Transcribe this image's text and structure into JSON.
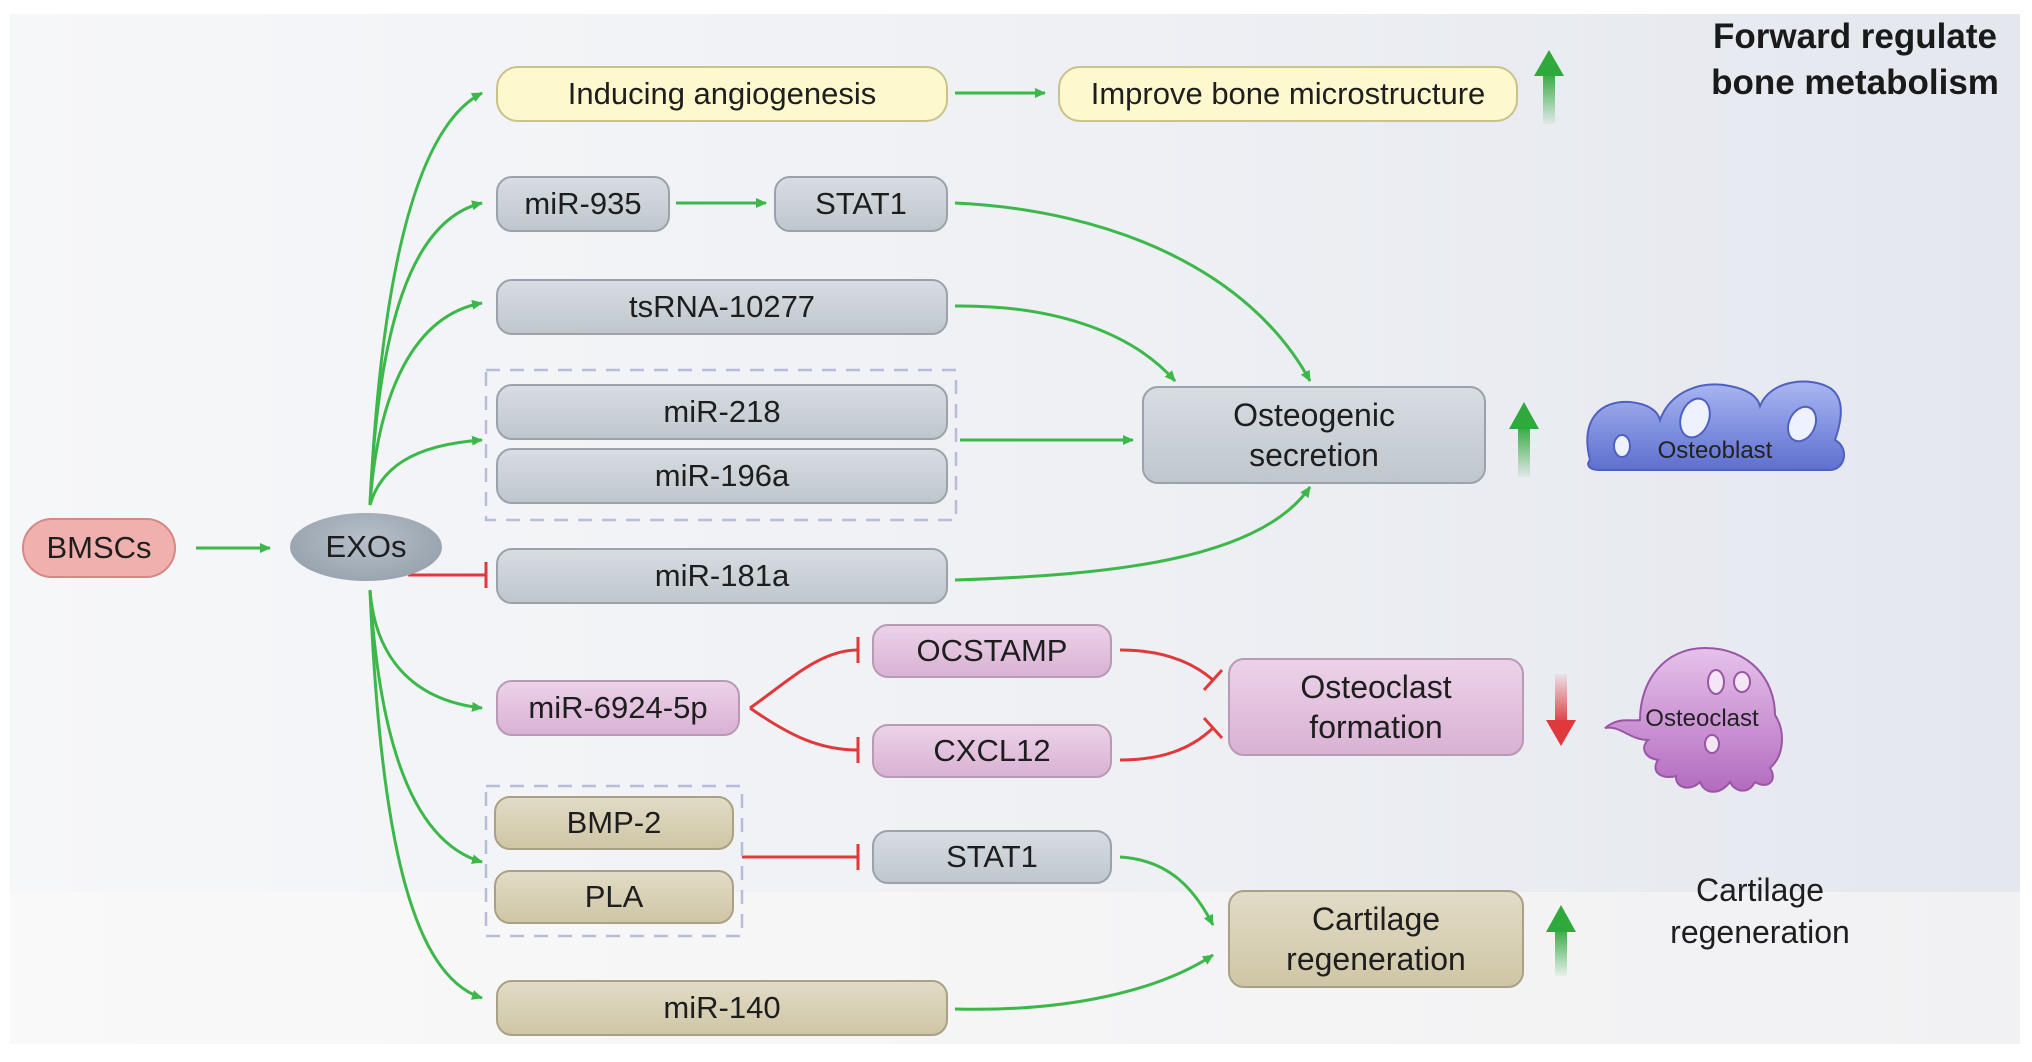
{
  "title": "Forward regulate bone metabolism",
  "nodes": {
    "bmscs": "BMSCs",
    "exos": "EXOs",
    "angiogenesis": "Inducing angiogenesis",
    "microstructure": "Improve bone microstructure",
    "mir935": "miR-935",
    "stat1_top": "STAT1",
    "tsrna": "tsRNA-10277",
    "mir218": "miR-218",
    "mir196a": "miR-196a",
    "mir181a": "miR-181a",
    "osteogenic": "Osteogenic secretion",
    "mir6924": "miR-6924-5p",
    "ocstamp": "OCSTAMP",
    "cxcl12": "CXCL12",
    "osteoclast_formation": "Osteoclast formation",
    "bmp2": "BMP-2",
    "pla": "PLA",
    "stat1_bottom": "STAT1",
    "mir140": "miR-140",
    "cartilage": "Cartilage regeneration"
  },
  "cells": {
    "osteoblast": "Osteoblast",
    "osteoclast": "Osteoclast"
  },
  "cartilage_label": "Cartilage regeneration",
  "colors": {
    "activation": "#3cb84a",
    "inhibition": "#e0393b",
    "up_arrow": "#2fa83c",
    "down_arrow": "#e0393b"
  }
}
